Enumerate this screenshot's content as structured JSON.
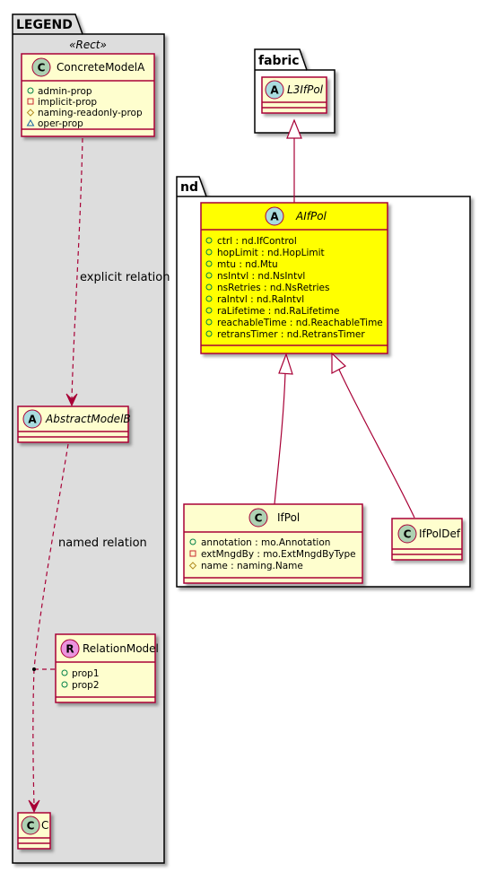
{
  "colors": {
    "class_fill": "#FEFECE",
    "class_border": "#A80036",
    "highlight_fill": "#FFFF00",
    "package_fill_legend": "#DDDDDD",
    "package_fill": "#FFFFFF",
    "class_icon": "#ADD1B2",
    "abstract_icon": "#A9DCDF",
    "relation_icon": "#EB93DF"
  },
  "packages": {
    "legend": {
      "label": "LEGEND",
      "stereotype": "«Rect»"
    },
    "fabric": {
      "label": "fabric"
    },
    "nd": {
      "label": "nd"
    }
  },
  "classes": {
    "concrete_model_a": {
      "icon": "C",
      "name": "ConcreteModelA",
      "attributes": [
        {
          "visibility": "public",
          "text": "admin-prop"
        },
        {
          "visibility": "private",
          "text": "implicit-prop"
        },
        {
          "visibility": "protected",
          "text": "naming-readonly-prop"
        },
        {
          "visibility": "package",
          "text": "oper-prop"
        }
      ]
    },
    "abstract_model_b": {
      "icon": "A",
      "name": "AbstractModelB"
    },
    "relation_model": {
      "icon": "R",
      "name": "RelationModel",
      "attributes": [
        {
          "visibility": "public",
          "text": "prop1"
        },
        {
          "visibility": "public",
          "text": "prop2"
        }
      ]
    },
    "c": {
      "icon": "C",
      "name": "C"
    },
    "l3ifpol": {
      "icon": "A",
      "name": "L3IfPol"
    },
    "aifpol": {
      "icon": "A",
      "name": "AIfPol",
      "attributes": [
        {
          "visibility": "public",
          "text": "ctrl : nd.IfControl"
        },
        {
          "visibility": "public",
          "text": "hopLimit : nd.HopLimit"
        },
        {
          "visibility": "public",
          "text": "mtu : nd.Mtu"
        },
        {
          "visibility": "public",
          "text": "nsIntvl : nd.NsIntvl"
        },
        {
          "visibility": "public",
          "text": "nsRetries : nd.NsRetries"
        },
        {
          "visibility": "public",
          "text": "raIntvl : nd.RaIntvl"
        },
        {
          "visibility": "public",
          "text": "raLifetime : nd.RaLifetime"
        },
        {
          "visibility": "public",
          "text": "reachableTime : nd.ReachableTime"
        },
        {
          "visibility": "public",
          "text": "retransTimer : nd.RetransTimer"
        }
      ]
    },
    "ifpol": {
      "icon": "C",
      "name": "IfPol",
      "attributes": [
        {
          "visibility": "public",
          "text": "annotation : mo.Annotation"
        },
        {
          "visibility": "private",
          "text": "extMngdBy : mo.ExtMngdByType"
        },
        {
          "visibility": "protected",
          "text": "name : naming.Name"
        }
      ]
    },
    "ifpoldef": {
      "icon": "C",
      "name": "IfPolDef"
    }
  },
  "relations": {
    "explicit": "explicit relation",
    "named": "named relation"
  }
}
